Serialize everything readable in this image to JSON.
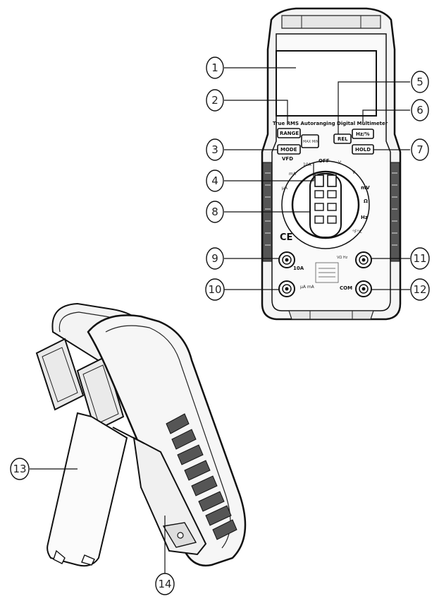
{
  "meter": {
    "title": "True RMS Autoranging Digital Multimeter",
    "buttons": {
      "range": "RANGE",
      "mode": "MODE",
      "vfd": "VFD",
      "max_min": "MAX MIN",
      "rel": "REL",
      "hz_percent": "Hz/%",
      "hold": "HOLD"
    },
    "dial": {
      "off": "OFF",
      "v_ac": "V",
      "v_dc": "V",
      "mv": "mV",
      "ohm": "Ω",
      "hz": "Hz",
      "temp": "°F°C",
      "ua": "µA",
      "ma": "mA",
      "a_10": "10A"
    },
    "jacks": {
      "a_10": "10A",
      "ua_ma": "µA mA",
      "com": "COM",
      "v_ohm": "VΩ Hz"
    },
    "ce_mark": "CE"
  },
  "callouts": [
    "1",
    "2",
    "3",
    "4",
    "5",
    "6",
    "7",
    "8",
    "9",
    "10",
    "11",
    "12",
    "13",
    "14"
  ]
}
